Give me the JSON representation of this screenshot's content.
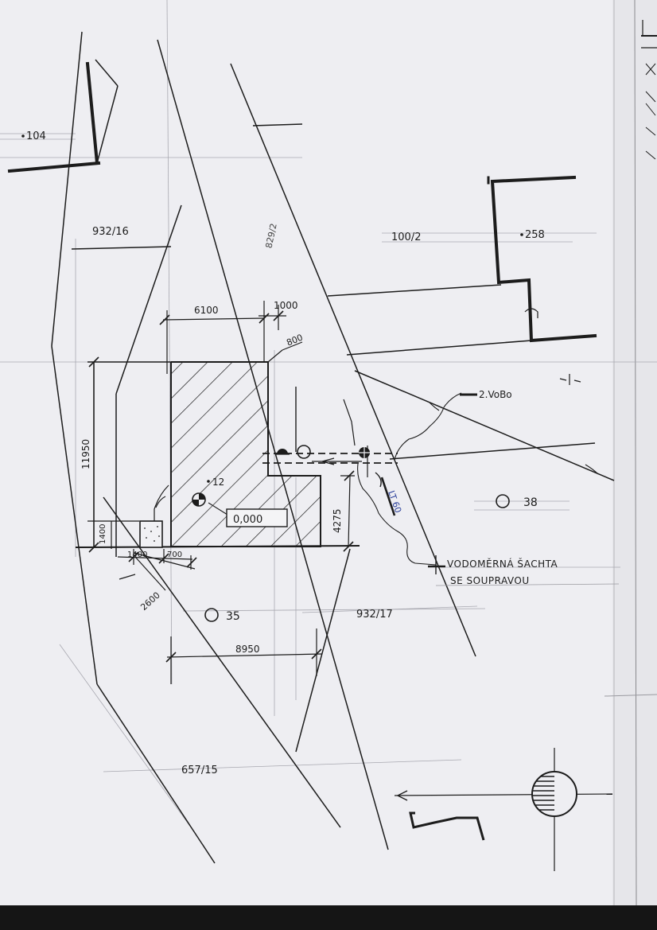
{
  "parcels": {
    "p104": "104",
    "p932_16": "932/16",
    "p100_2": "100/2",
    "p258": "258",
    "p829_2": "829/2",
    "p932_17": "932/17",
    "p657_15": "657/15"
  },
  "dimensions": {
    "d6100": "6100",
    "d1000": "1000",
    "d800": "800",
    "d11950": "11950",
    "d1400v": "1400",
    "d1400h": "1400",
    "d700": "700",
    "d2600": "2600",
    "d4275": "4275",
    "d8950": "8950"
  },
  "heights": {
    "h12": "12",
    "h000": "0,000",
    "h38": "38",
    "h35": "35"
  },
  "utilities": {
    "vob": "2.VoBo",
    "lt60": "LT 60"
  },
  "notes": {
    "meter_shaft_line1": "VODOMĚRNÁ ŠACHTA",
    "meter_shaft_line2": "SE SOUPRAVOU"
  },
  "colors": {
    "paper": "#eeeef2",
    "ink": "#1c1c1c",
    "blue_ink": "#2a3f9a"
  }
}
